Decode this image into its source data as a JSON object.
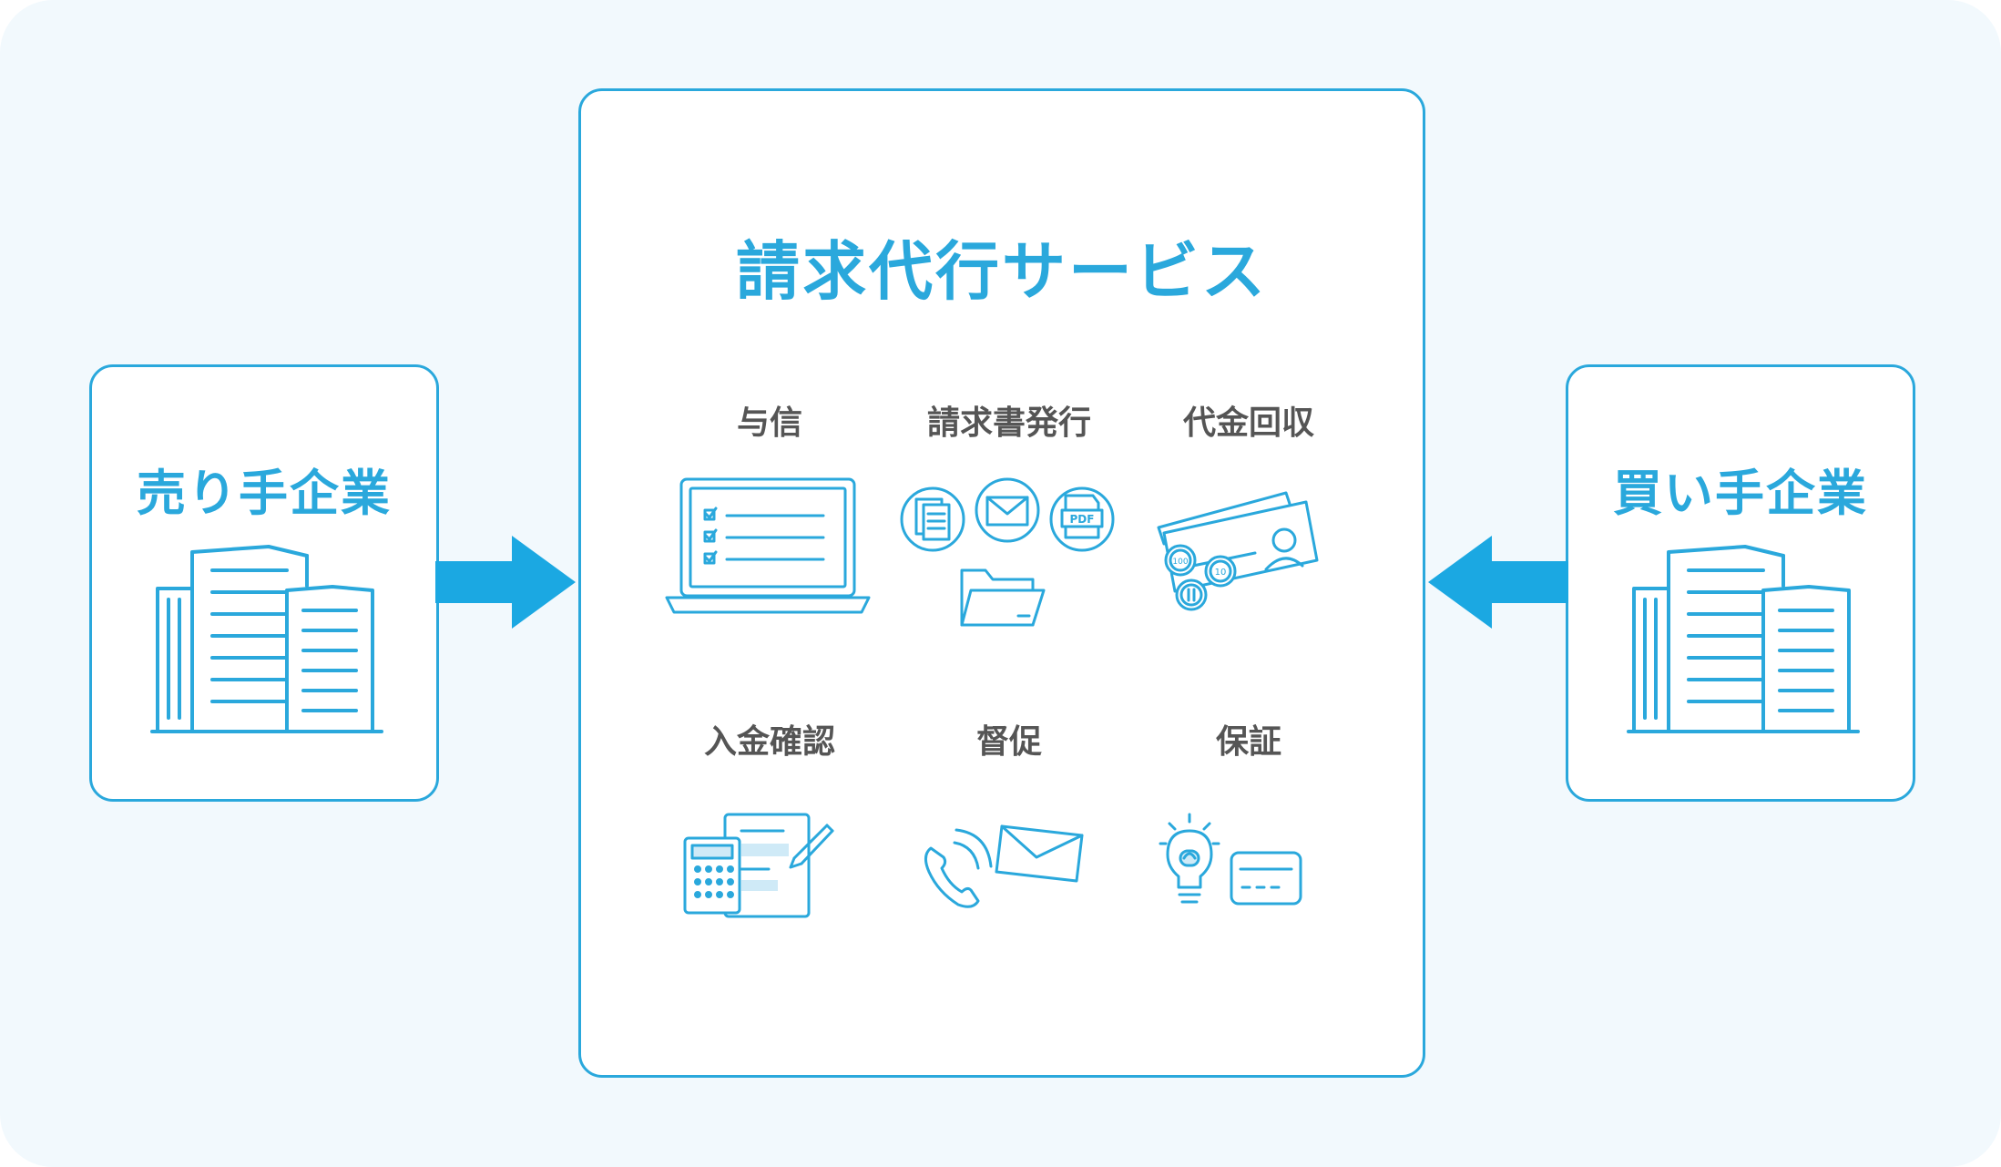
{
  "seller": {
    "title": "売り手企業",
    "icon": "building-icon"
  },
  "buyer": {
    "title": "買い手企業",
    "icon": "building-icon"
  },
  "service": {
    "title": "請求代行サービス",
    "features": [
      {
        "label": "与信",
        "icon": "laptop-checklist-icon"
      },
      {
        "label": "請求書発行",
        "icon": "documents-mail-pdf-folder-icon"
      },
      {
        "label": "代金回収",
        "icon": "money-bills-coins-icon"
      },
      {
        "label": "入金確認",
        "icon": "calculator-document-icon"
      },
      {
        "label": "督促",
        "icon": "phone-mail-icon"
      },
      {
        "label": "保証",
        "icon": "lightbulb-card-icon"
      }
    ]
  },
  "colors": {
    "accent": "#2aa8dc",
    "background": "#f2f9fd",
    "label": "#555555"
  }
}
